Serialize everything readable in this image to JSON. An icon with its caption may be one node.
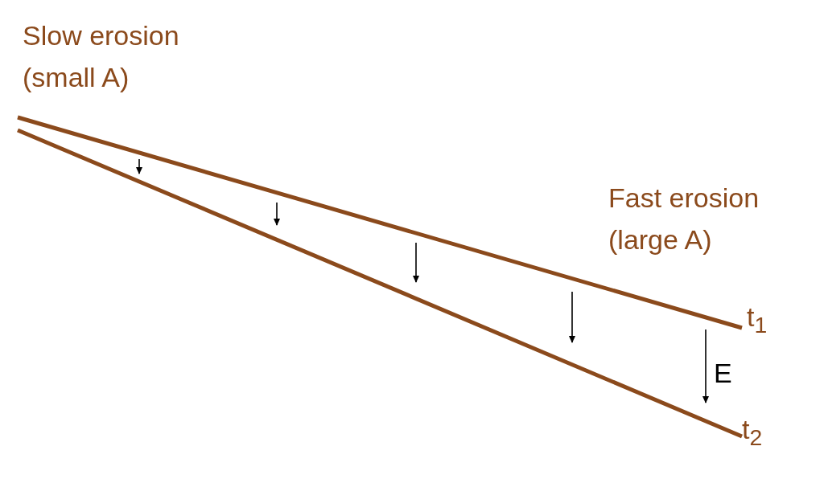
{
  "diagram": {
    "labels": [
      "Slow erosion (small A)",
      "Fast erosion (large A)",
      "t$_{1}$",
      "E",
      "t$_{2}$"
    ]
  }
}
